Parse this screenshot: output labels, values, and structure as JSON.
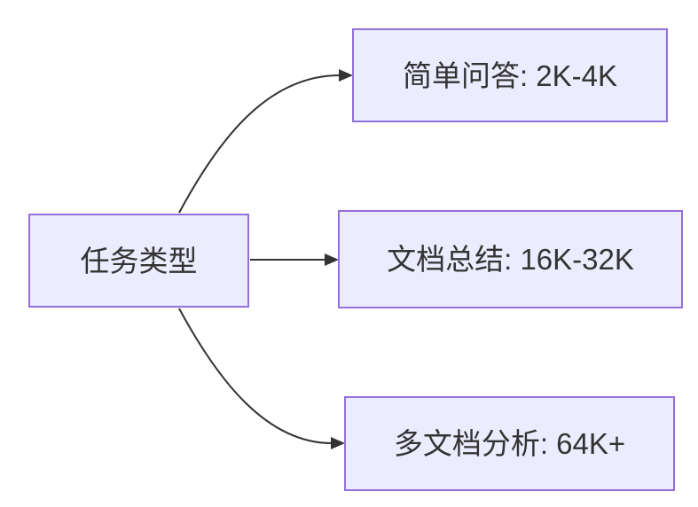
{
  "diagram": {
    "type": "flowchart",
    "direction": "left-to-right",
    "root": {
      "id": "task-type",
      "label": "任务类型"
    },
    "nodes": [
      {
        "id": "simple-qa",
        "label": "简单问答: 2K-4K"
      },
      {
        "id": "doc-summary",
        "label": "文档总结: 16K-32K"
      },
      {
        "id": "multi-doc",
        "label": "多文档分析: 64K+"
      }
    ],
    "edges": [
      {
        "from": "task-type",
        "to": "simple-qa",
        "style": "curved"
      },
      {
        "from": "task-type",
        "to": "doc-summary",
        "style": "straight"
      },
      {
        "from": "task-type",
        "to": "multi-doc",
        "style": "curved"
      }
    ],
    "colors": {
      "node_fill": "#ECECFF",
      "node_border": "#9370DB",
      "edge": "#333333",
      "text": "#333333",
      "background": "#FFFFFF"
    }
  }
}
